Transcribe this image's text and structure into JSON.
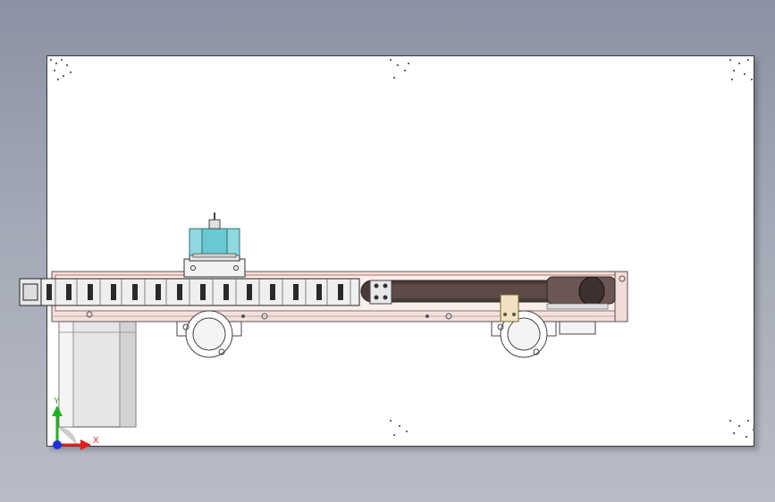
{
  "app": {
    "viewport_type": "CAD graphics area",
    "view": "front view",
    "background_gradient": [
      "#8a92a3",
      "#b9bcc6"
    ]
  },
  "triad": {
    "x_label": "X",
    "y_label": "Y",
    "x_color": "#e02020",
    "y_color": "#20b020",
    "z_color": "#2030e0"
  },
  "model": {
    "parts": [
      "linear-module-body",
      "drag-chain",
      "servo-motor",
      "carriage-block",
      "pneumatic-cylinder",
      "timing-belt",
      "idler-pulley",
      "mounting-flange-left",
      "mounting-flange-right",
      "limit-sensor-bracket",
      "end-plate-right"
    ],
    "colors": {
      "body_fill": "#f7e0dc",
      "body_outline": "#c06a5a",
      "belt": "#4a3a38",
      "cylinder": "#8fd8e0",
      "bracket": "#f0e2c0",
      "motor": "#e8e8e8"
    }
  }
}
